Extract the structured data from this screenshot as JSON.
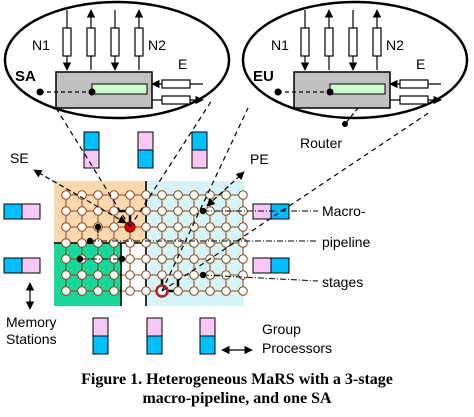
{
  "callouts": {
    "left": {
      "title": "SA",
      "n1": "N1",
      "n2": "N2",
      "e": "E"
    },
    "right": {
      "title": "EU",
      "n1": "N1",
      "n2": "N2",
      "e": "E",
      "router": "Router"
    }
  },
  "labels": {
    "se": "SE",
    "pe": "PE",
    "macro": "Macro-",
    "pipeline": "pipeline",
    "stages": "stages",
    "memory_line1": "Memory",
    "memory_line2": "Stations",
    "group_line1": "Group",
    "group_line2": "Processors"
  },
  "caption": {
    "line1": "Figure 1. Heterogeneous MaRS with a 3-stage",
    "line2": "macro-pipeline, and one SA"
  },
  "colors": {
    "orange_region": "#fcd9b0",
    "cyan_region": "#d6f4f8",
    "green_region": "#19d69a",
    "unit_blue": "#00bfff",
    "unit_pink": "#f7c8f3",
    "module_gray": "#c0c0c0",
    "module_inner": "#ccffcc",
    "highlight_red": "#e00000",
    "router_outline": "#b22222"
  }
}
